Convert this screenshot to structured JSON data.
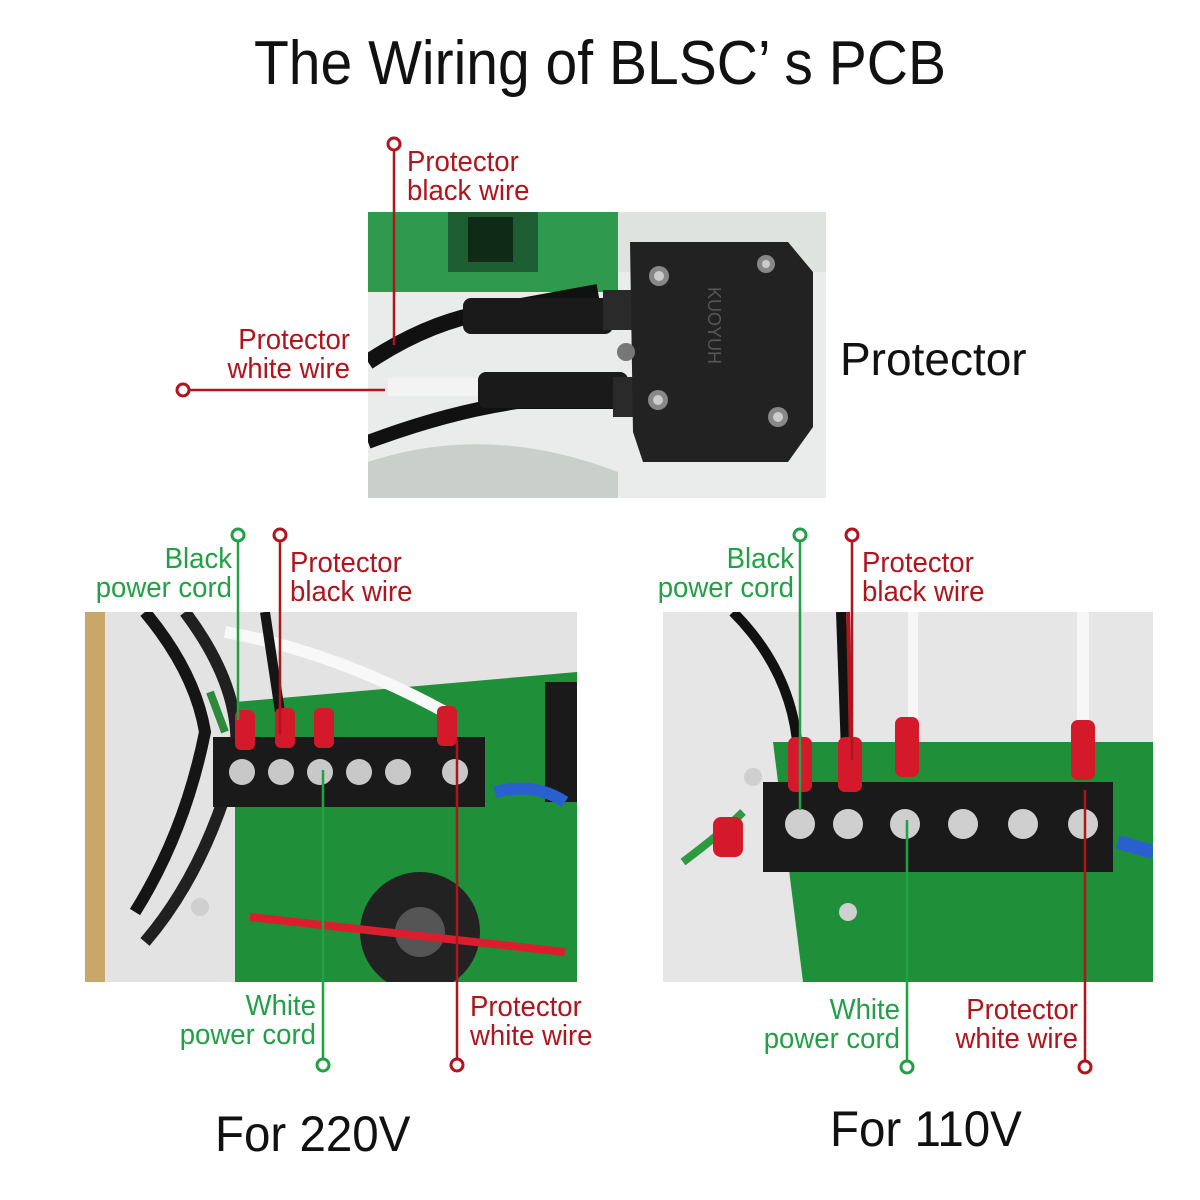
{
  "title": "The Wiring of BLSC’ s PCB",
  "top": {
    "protector_label": "Protector",
    "black_wire": [
      "Protector",
      "black wire"
    ],
    "white_wire": [
      "Protector",
      "white wire"
    ],
    "device_text": "KUOYUH"
  },
  "left": {
    "caption": "For 220V",
    "black_cord": [
      "Black",
      "power cord"
    ],
    "prot_black": [
      "Protector",
      "black wire"
    ],
    "white_cord": [
      "White",
      "power cord"
    ],
    "prot_white": [
      "Protector",
      "white wire"
    ]
  },
  "right": {
    "caption": "For 110V",
    "black_cord": [
      "Black",
      "power cord"
    ],
    "prot_black": [
      "Protector",
      "black wire"
    ],
    "white_cord": [
      "White",
      "power cord"
    ],
    "prot_white": [
      "Protector",
      "white wire"
    ]
  },
  "colors": {
    "label_red": "#b0141c",
    "label_green": "#22a046",
    "pcb_green": "#1f8f3a"
  }
}
